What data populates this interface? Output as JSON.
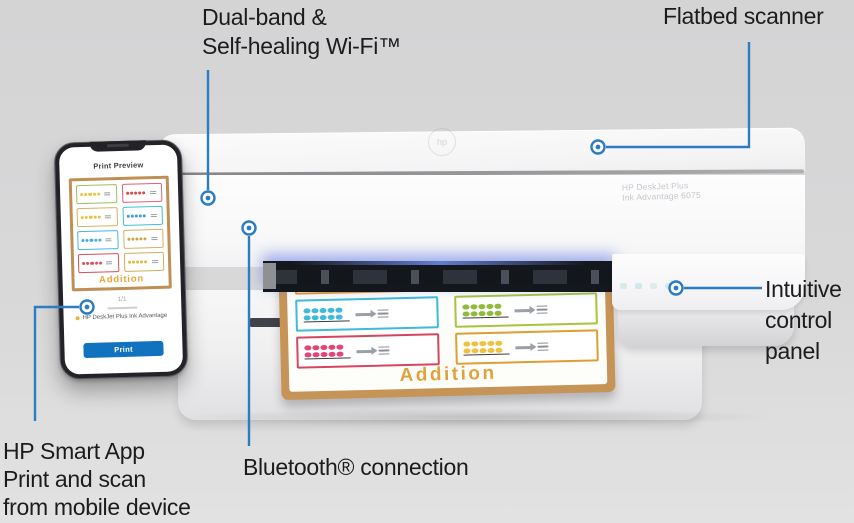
{
  "colors": {
    "callout_blue": "#2b7cc0",
    "label_text": "#1c1c1c",
    "worksheet_tan": "#c69457",
    "addition_orange": "#e2a23b",
    "print_button_blue": "#1173bd",
    "panel_light_teal": "#cdeae4"
  },
  "callouts": {
    "wifi": {
      "lines": [
        "Dual-band &",
        "Self-healing Wi-Fi™"
      ]
    },
    "flatbed": {
      "label": "Flatbed scanner"
    },
    "control_panel": {
      "lines": [
        "Intuitive",
        "control",
        "panel"
      ]
    },
    "smart_app": {
      "lines": [
        "HP Smart App",
        "Print and scan",
        "from mobile device"
      ]
    },
    "bluetooth": {
      "label": "Bluetooth® connection"
    }
  },
  "printer": {
    "model_line1": "HP DeskJet Plus",
    "model_line2": "Ink Advantage 6075",
    "logo": "hp",
    "panel_lights": [
      "#cdeae4",
      "#c2e6ec",
      "#d8e9e4",
      "#cfe4ea"
    ]
  },
  "worksheet": {
    "title": "Addition",
    "title_color": "#e2a23b",
    "boxes": [
      {
        "border": "#e39b35",
        "dots": "#eebd3c"
      },
      {
        "border": "#2fb8b2",
        "dots": "#35b9ba"
      },
      {
        "border": "#3fb9dc",
        "dots": "#41b9dd"
      },
      {
        "border": "#a9c33f",
        "dots": "#8fba3a"
      },
      {
        "border": "#d64560",
        "dots": "#e2457a"
      },
      {
        "border": "#dd9e33",
        "dots": "#ecc23e"
      }
    ]
  },
  "phone": {
    "header": "Print Preview",
    "preview_title": "Addition",
    "preview_title_color": "#e8a63c",
    "page_indicator": "1/1",
    "printer_name": "HP DeskJet Plus Ink Advantage",
    "printer_dot_color": "#e8b43c",
    "print_button_label": "Print",
    "preview_boxes": [
      {
        "border": "#9dc05a",
        "dots": "#e8c53d"
      },
      {
        "border": "#e0607a",
        "dots": "#dd4747"
      },
      {
        "border": "#d8b063",
        "dots": "#e8c53d"
      },
      {
        "border": "#3fc0d0",
        "dots": "#3f9fd8"
      },
      {
        "border": "#47b6e0",
        "dots": "#3fb0dd"
      },
      {
        "border": "#d8b063",
        "dots": "#c8a84a"
      },
      {
        "border": "#d84f55",
        "dots": "#e04f60"
      },
      {
        "border": "#cfae5f",
        "dots": "#e8b93d"
      }
    ]
  }
}
